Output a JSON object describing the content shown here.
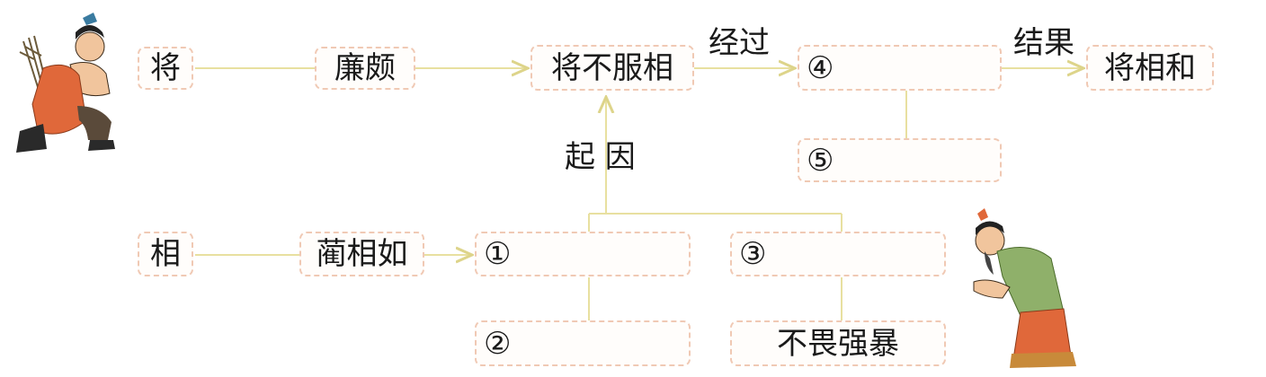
{
  "nodes": {
    "jiang": "将",
    "lianpo": "廉颇",
    "jiang_bu_fu_xiang": "将不服相",
    "n4": "④",
    "jiang_xiang_he": "将相和",
    "n5": "⑤",
    "xiang": "相",
    "linxiangru": "蔺相如",
    "n1": "①",
    "n3": "③",
    "n2": "②",
    "bu_wei_qiang_bao": "不畏强暴"
  },
  "edge_labels": {
    "jingguo": "经过",
    "jieguo": "结果",
    "qiyin": "起 因"
  },
  "colors": {
    "line": "#e8e0a0",
    "box_border": "#f0c9b4"
  },
  "figures": {
    "left": "lian-po-kneeling-with-thorns",
    "right": "lin-xiangru-bowing"
  }
}
